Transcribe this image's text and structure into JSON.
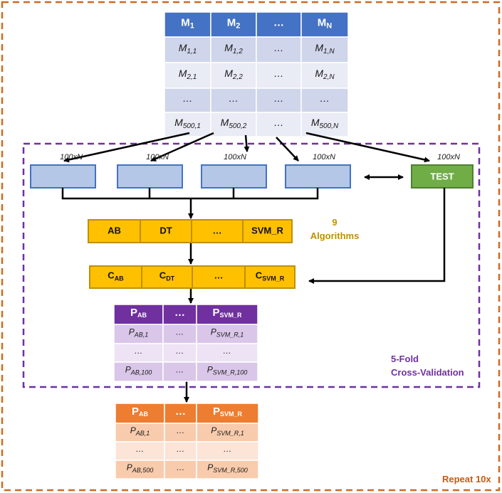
{
  "colors": {
    "outer_border": "#D2691E",
    "cv_border": "#7030A0",
    "matrix_header": "#4472C4",
    "matrix_row_a": "#CFD5EA",
    "matrix_row_b": "#E9EBF5",
    "fold_fill": "#B4C7E7",
    "fold_border": "#4472C4",
    "test_fill": "#70AD47",
    "test_border": "#507E32",
    "alg_fill": "#FFC000",
    "alg_border": "#BF9000",
    "p_header": "#7030A0",
    "p_row_a": "#D9C6E8",
    "p_row_b": "#EDE3F4",
    "r_header": "#ED7D31",
    "r_row_a": "#F8CBAD",
    "r_row_b": "#FCE4D6",
    "algorithms_text": "#BF9000",
    "cv_text": "#7030A0",
    "repeat_text": "#C55A11"
  },
  "matrix": {
    "header": [
      {
        "base": "M",
        "sub": "1"
      },
      {
        "base": "M",
        "sub": "2"
      },
      {
        "base": "…",
        "sub": ""
      },
      {
        "base": "M",
        "sub": "N"
      }
    ],
    "rows": [
      [
        {
          "base": "M",
          "sub": "1,1"
        },
        {
          "base": "M",
          "sub": "1,2"
        },
        {
          "base": "…",
          "sub": ""
        },
        {
          "base": "M",
          "sub": "1,N"
        }
      ],
      [
        {
          "base": "M",
          "sub": "2,1"
        },
        {
          "base": "M",
          "sub": "2,2"
        },
        {
          "base": "…",
          "sub": ""
        },
        {
          "base": "M",
          "sub": "2,N"
        }
      ],
      [
        {
          "base": "…",
          "sub": ""
        },
        {
          "base": "…",
          "sub": ""
        },
        {
          "base": "…",
          "sub": ""
        },
        {
          "base": "…",
          "sub": ""
        }
      ],
      [
        {
          "base": "M",
          "sub": "500,1"
        },
        {
          "base": "M",
          "sub": "500,2"
        },
        {
          "base": "…",
          "sub": ""
        },
        {
          "base": "M",
          "sub": "500,N"
        }
      ]
    ]
  },
  "folds": {
    "size_labels": [
      "100xN",
      "100xN",
      "100xN",
      "100xN",
      "100xN"
    ],
    "test_label": "TEST"
  },
  "algorithms": {
    "items": [
      "AB",
      "DT",
      "…",
      "SVM_R"
    ],
    "annotation_number": "9",
    "annotation_text": "Algorithms"
  },
  "classifiers": {
    "items": [
      {
        "base": "C",
        "sub": "AB"
      },
      {
        "base": "C",
        "sub": "DT"
      },
      {
        "base": "…",
        "sub": ""
      },
      {
        "base": "C",
        "sub": "SVM_R"
      }
    ]
  },
  "predictions": {
    "header": [
      {
        "base": "P",
        "sub": "AB"
      },
      {
        "base": "…",
        "sub": ""
      },
      {
        "base": "P",
        "sub": "SVM_R"
      }
    ],
    "rows": [
      [
        {
          "base": "P",
          "sub": "AB,1"
        },
        {
          "base": "…",
          "sub": ""
        },
        {
          "base": "P",
          "sub": "SVM_R,1"
        }
      ],
      [
        {
          "base": "…",
          "sub": ""
        },
        {
          "base": "…",
          "sub": ""
        },
        {
          "base": "…",
          "sub": ""
        }
      ],
      [
        {
          "base": "P",
          "sub": "AB,100"
        },
        {
          "base": "…",
          "sub": ""
        },
        {
          "base": "P",
          "sub": "SVM_R,100"
        }
      ]
    ]
  },
  "cv_label": {
    "line1": "5-Fold",
    "line2": "Cross-Validation"
  },
  "results": {
    "header": [
      {
        "base": "P",
        "sub": "AB"
      },
      {
        "base": "…",
        "sub": ""
      },
      {
        "base": "P",
        "sub": "SVM_R"
      }
    ],
    "rows": [
      [
        {
          "base": "P",
          "sub": "AB,1"
        },
        {
          "base": "…",
          "sub": ""
        },
        {
          "base": "P",
          "sub": "SVM_R,1"
        }
      ],
      [
        {
          "base": "…",
          "sub": ""
        },
        {
          "base": "…",
          "sub": ""
        },
        {
          "base": "…",
          "sub": ""
        }
      ],
      [
        {
          "base": "P",
          "sub": "AB,500"
        },
        {
          "base": "…",
          "sub": ""
        },
        {
          "base": "P",
          "sub": "SVM_R,500"
        }
      ]
    ]
  },
  "repeat_label": "Repeat 10x"
}
